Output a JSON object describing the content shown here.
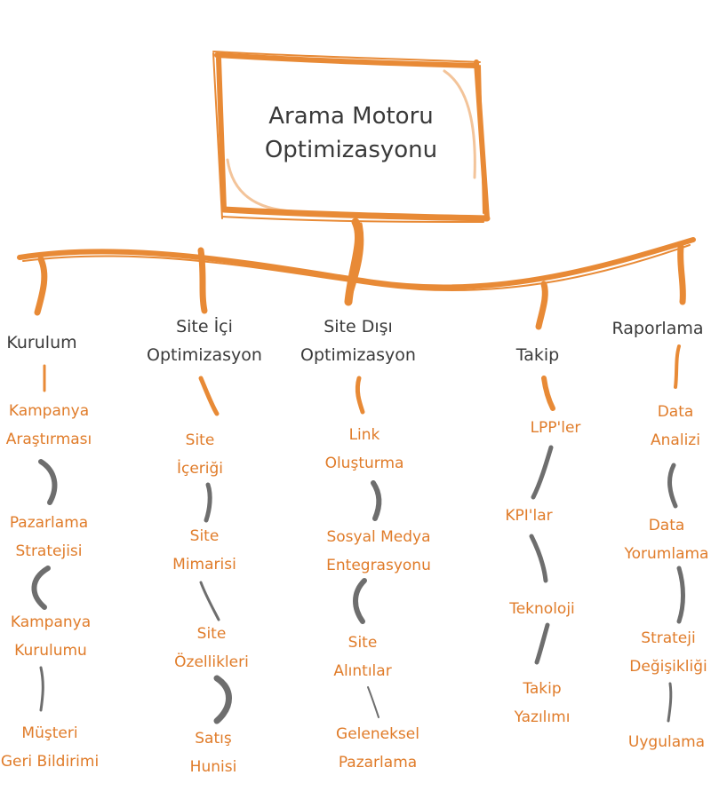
{
  "title": {
    "line1": "Arama Motoru",
    "line2": "Optimizasyonu"
  },
  "colors": {
    "orange": "#e88a36",
    "orange_text": "#e07c2a",
    "dark": "#3a3a3a",
    "gray_stroke": "#555555"
  },
  "columns": [
    {
      "category": [
        "Kurulum"
      ],
      "items": [
        [
          "Kampanya",
          "Araştırması"
        ],
        [
          "Pazarlama",
          "Stratejisi"
        ],
        [
          "Kampanya",
          "Kurulumu"
        ],
        [
          "Müşteri",
          "Geri Bildirimi"
        ]
      ]
    },
    {
      "category": [
        "Site İçi",
        "Optimizasyon"
      ],
      "items": [
        [
          "Site",
          "İçeriği"
        ],
        [
          "Site",
          "Mimarisi"
        ],
        [
          "Site",
          "Özellikleri"
        ],
        [
          "Satış",
          "Hunisi"
        ]
      ]
    },
    {
      "category": [
        "Site Dışı",
        "Optimizasyon"
      ],
      "items": [
        [
          "Link",
          "Oluşturma"
        ],
        [
          "Sosyal Medya",
          "Entegrasyonu"
        ],
        [
          "Site",
          "Alıntılar"
        ],
        [
          "Geleneksel",
          "Pazarlama"
        ]
      ]
    },
    {
      "category": [
        "Takip"
      ],
      "items": [
        [
          "LPP'ler"
        ],
        [
          "KPI'lar"
        ],
        [
          "Teknoloji"
        ],
        [
          "Takip",
          "Yazılımı"
        ]
      ]
    },
    {
      "category": [
        "Raporlama"
      ],
      "items": [
        [
          "Data",
          "Analizi"
        ],
        [
          "Data",
          "Yorumlama"
        ],
        [
          "Strateji",
          "Değişikliği"
        ],
        [
          "Uygulama"
        ]
      ]
    }
  ]
}
